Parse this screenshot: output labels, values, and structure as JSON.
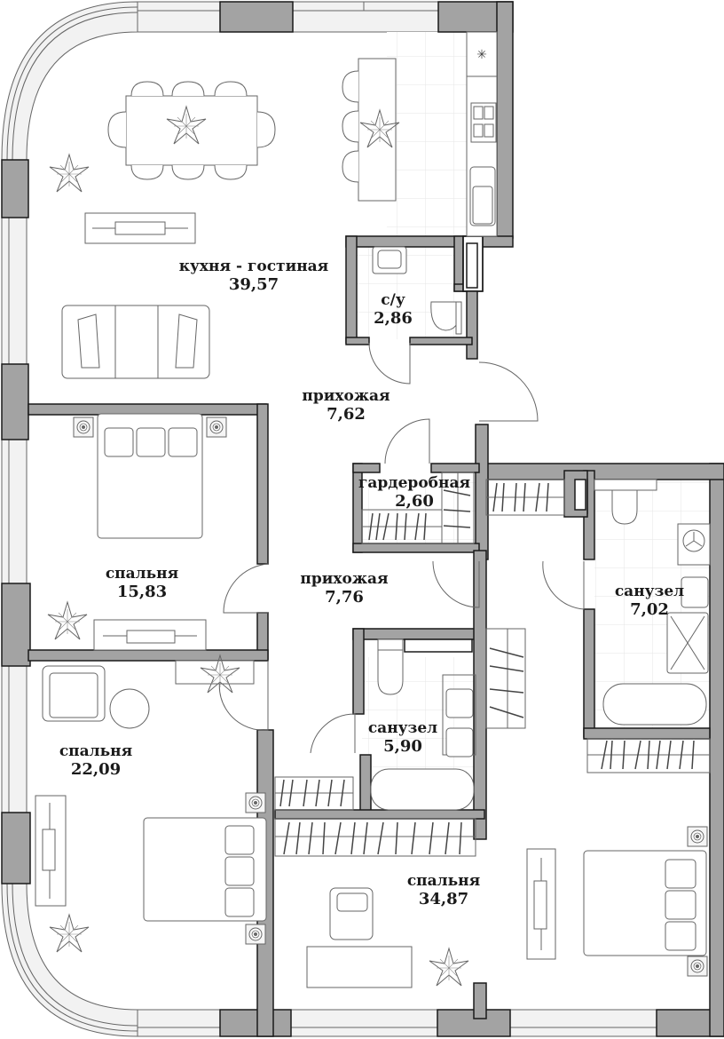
{
  "floorplan": {
    "colors": {
      "wall": "#a3a3a3",
      "wall_outline": "#1a1a1a",
      "tile_grid": "#e6e6e6",
      "window": "#f2f2f2",
      "furniture_stroke": "#666666",
      "text": "#1a1a1a"
    },
    "rooms": [
      {
        "id": "kitchen-living",
        "name": "кухня - гостиная",
        "area": "39,57"
      },
      {
        "id": "wc",
        "name": "с/у",
        "area": "2,86"
      },
      {
        "id": "hallway-1",
        "name": "прихожая",
        "area": "7,62"
      },
      {
        "id": "wardrobe",
        "name": "гардеробная",
        "area": "2,60"
      },
      {
        "id": "hallway-2",
        "name": "прихожая",
        "area": "7,76"
      },
      {
        "id": "bedroom-1",
        "name": "спальня",
        "area": "15,83"
      },
      {
        "id": "bathroom-1",
        "name": "санузел",
        "area": "7,02"
      },
      {
        "id": "bathroom-2",
        "name": "санузел",
        "area": "5,90"
      },
      {
        "id": "bedroom-2",
        "name": "спальня",
        "area": "22,09"
      },
      {
        "id": "bedroom-3",
        "name": "спальня",
        "area": "34,87"
      }
    ]
  }
}
